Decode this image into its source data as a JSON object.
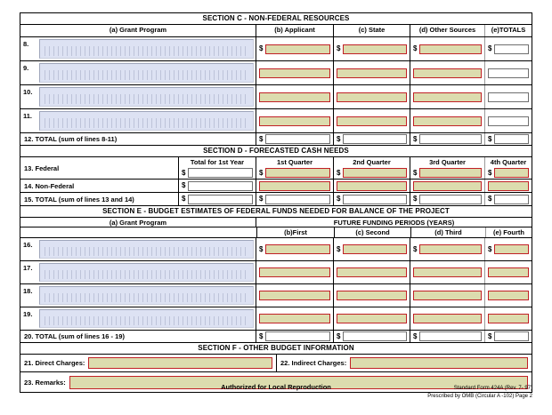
{
  "form": {
    "section_c": {
      "title": "SECTION C - NON-FEDERAL RESOURCES",
      "columns": [
        "(a) Grant Program",
        "(b) Applicant",
        "(c) State",
        "(d)  Other Sources",
        "(e)TOTALS"
      ],
      "rows": [
        {
          "num": "8.",
          "grant_program": "",
          "applicant": "",
          "state": "",
          "other": "",
          "totals": ""
        },
        {
          "num": "9.",
          "grant_program": "",
          "applicant": "",
          "state": "",
          "other": "",
          "totals": ""
        },
        {
          "num": "10.",
          "grant_program": "",
          "applicant": "",
          "state": "",
          "other": "",
          "totals": ""
        },
        {
          "num": "11.",
          "grant_program": "",
          "applicant": "",
          "state": "",
          "other": "",
          "totals": ""
        }
      ],
      "total_label": "12. TOTAL (sum of lines 8-11)",
      "total_values": {
        "applicant": "",
        "state": "",
        "other": "",
        "totals": ""
      }
    },
    "section_d": {
      "title": "SECTION D - FORECASTED CASH NEEDS",
      "columns": [
        "Total for 1st Year",
        "1st Quarter",
        "2nd Quarter",
        "3rd Quarter",
        "4th Quarter"
      ],
      "rows": [
        {
          "label": "13. Federal",
          "total": "",
          "q1": "",
          "q2": "",
          "q3": "",
          "q4": ""
        },
        {
          "label": "14. Non-Federal",
          "total": "",
          "q1": "",
          "q2": "",
          "q3": "",
          "q4": ""
        },
        {
          "label": "15. TOTAL (sum of lines 13 and 14)",
          "total": "",
          "q1": "",
          "q2": "",
          "q3": "",
          "q4": ""
        }
      ]
    },
    "section_e": {
      "title": "SECTION E - BUDGET ESTIMATES OF FEDERAL FUNDS NEEDED FOR BALANCE OF THE PROJECT",
      "grant_program_header": "(a) Grant Program",
      "future_header": "FUTURE FUNDING PERIODS     (YEARS)",
      "columns": [
        "(b)First",
        "(c) Second",
        "(d) Third",
        "(e) Fourth"
      ],
      "rows": [
        {
          "num": "16.",
          "grant_program": "",
          "first": "",
          "second": "",
          "third": "",
          "fourth": ""
        },
        {
          "num": "17.",
          "grant_program": "",
          "first": "",
          "second": "",
          "third": "",
          "fourth": ""
        },
        {
          "num": "18.",
          "grant_program": "",
          "first": "",
          "second": "",
          "third": "",
          "fourth": ""
        },
        {
          "num": "19.",
          "grant_program": "",
          "first": "",
          "second": "",
          "third": "",
          "fourth": ""
        }
      ],
      "total_label": "20. TOTAL (sum of lines 16 - 19)",
      "total_values": {
        "first": "",
        "second": "",
        "third": "",
        "fourth": ""
      }
    },
    "section_f": {
      "title": "SECTION F - OTHER BUDGET INFORMATION",
      "direct_label": "21. Direct Charges:",
      "direct_value": "",
      "indirect_label": "22. Indirect Charges:",
      "indirect_value": "",
      "remarks_label": "23. Remarks:",
      "remarks_value": ""
    },
    "footer": {
      "authorized": "Authorized for Local Reproduction",
      "standard_form": "Standard Form 424A (Rev. 7- 97)",
      "prescribed": "Prescribed by OMB (Circular A -102)  Page 2"
    },
    "colors": {
      "editable_field_bg": "#dcdcae",
      "editable_field_border": "#c12026",
      "grant_program_bg": "#dde2f3",
      "readonly_field_bg": "#ffffff",
      "frame": "#000000"
    }
  }
}
